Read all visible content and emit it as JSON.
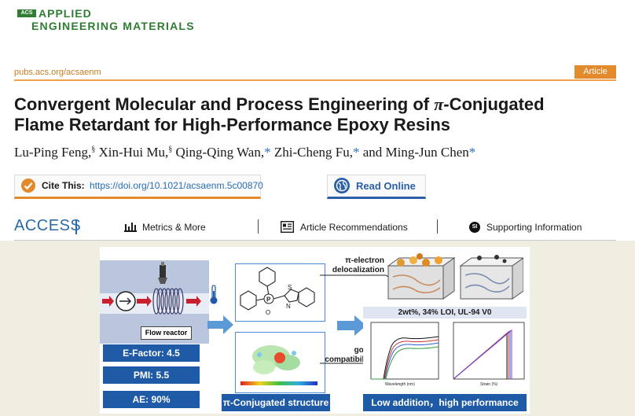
{
  "journal": {
    "badge": "ACS",
    "line1": "APPLIED",
    "line2": "ENGINEERING MATERIALS",
    "url": "pubs.acs.org/acsaenm",
    "article_type": "Article"
  },
  "title": {
    "line1_pre": "Convergent Molecular and Process Engineering of ",
    "pi": "π",
    "line1_post": "-Conjugated",
    "line2": "Flame Retardant for High-Performance Epoxy Resins"
  },
  "authors": [
    {
      "name": "Lu-Ping Feng,",
      "mark": "§"
    },
    {
      "name": "Xin-Hui Mu,",
      "mark": "§"
    },
    {
      "name": "Qing-Qing Wan,",
      "mark": "*"
    },
    {
      "name": "Zhi-Cheng Fu,",
      "mark": "*"
    },
    {
      "name": "and Ming-Jun Chen",
      "mark": "*"
    }
  ],
  "cite": {
    "label": "Cite This:",
    "doi": "https://doi.org/10.1021/acsaenm.5c00870"
  },
  "read_online": "Read Online",
  "access": {
    "label": "ACCESS",
    "metrics": "Metrics & More",
    "recommendations": "Article Recommendations",
    "si_badge": "SI",
    "supporting": "Supporting Information"
  },
  "abstract": {
    "flow_reactor": "Flow reactor",
    "metrics": [
      "E-Factor: 4.5",
      "PMI: 5.5",
      "AE: 90%"
    ],
    "delocalization_1": "π-electron",
    "delocalization_2": "delocalization",
    "compat_1": "good",
    "compat_2": "compatibility",
    "structure_label": "π-Conjugated structure",
    "performance_banner": "2wt%, 34% LOI, UL-94 V0",
    "bottom_banner": "Low addition，high performance",
    "chart1_xlabel": "Wavelength (nm)",
    "chart2_xlabel": "Strain (%)"
  }
}
